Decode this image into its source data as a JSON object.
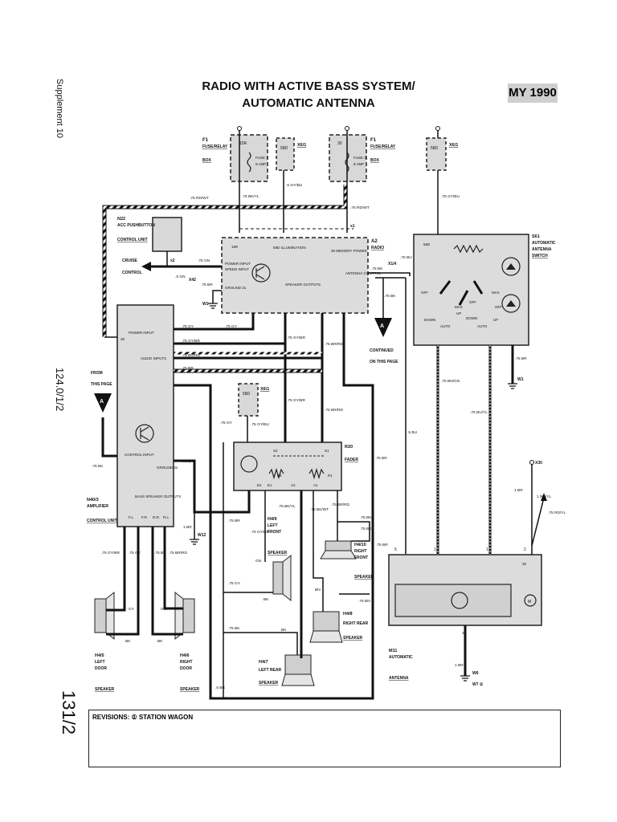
{
  "title": {
    "line1": "RADIO WITH ACTIVE BASS SYSTEM/",
    "line2": "AUTOMATIC ANTENNA"
  },
  "model_year": "MY 1990",
  "side_labels": {
    "supplement": "Supplement 10",
    "code": "124.0/1/2",
    "page": "131/2"
  },
  "revisions": "REVISIONS: ① STATION WAGON",
  "components": {
    "f1_left": {
      "id": "F1",
      "name": "FUSE/RELAY",
      "sub": "BOX",
      "terminal": "15R",
      "fuse": "FUSE 1",
      "amp": "8 AMP"
    },
    "x6_1_top": {
      "id": "X6/1",
      "terminal": "58D"
    },
    "f1_right": {
      "id": "F1",
      "name": "FUSE/RELAY",
      "sub": "BOX",
      "terminal": "30",
      "fuse": "FUSE 3",
      "amp": "8 AMP"
    },
    "x6_1_right": {
      "id": "X6/1",
      "terminal": "58D"
    },
    "n22": {
      "id": "N22",
      "name": "ACC PUSHBUTTON",
      "sub": "CONTROL UNIT"
    },
    "a2": {
      "id": "A2",
      "name": "RADIO",
      "labels": [
        "15R",
        "58D ILLUMINATION",
        "30 MEMORY POWER",
        "POWER INPUT",
        "SPEED INPUT",
        "GROUND 31",
        "SPEAKER OUTPUTS",
        "ANTENNA CONTROL"
      ]
    },
    "s61": {
      "id": "S61",
      "name": "AUTOMATIC",
      "sub1": "ANTENNA",
      "sub2": "SWITCH",
      "labels": [
        "58D",
        "OFF",
        "MAX",
        "OFF",
        "MAX",
        "DOWN",
        "UP",
        "DOWN",
        "UP",
        "AUTO",
        "AUTO",
        "OFF"
      ]
    },
    "amp": {
      "id": "N40/3",
      "name": "AMPLIFIER",
      "sub": "CONTROL UNIT",
      "labels": [
        "POWER INPUT",
        "AUDIO INPUTS",
        "CONTROL INPUT",
        "GROUND 31",
        "BASS SPEAKER OUTPUTS",
        "F.L.",
        "F.R.",
        "R.R.",
        "R.L.",
        "30"
      ]
    },
    "x6_1_mid": {
      "id": "X6/1",
      "terminal": "58D"
    },
    "r20": {
      "id": "R20",
      "name": "FADER",
      "labels": [
        "S2",
        "S1",
        "R2",
        "A2",
        "A1",
        "R1",
        "E2",
        "E1"
      ]
    },
    "h4_9": {
      "id": "H4/9",
      "name": "LEFT",
      "sub1": "FRONT",
      "sub2": "SPEAKER"
    },
    "h4_10": {
      "id": "H4/10",
      "name": "RIGHT",
      "sub1": "FRONT",
      "sub2": "SPEAKER"
    },
    "h4_5": {
      "id": "H4/5",
      "name": "LEFT",
      "sub1": "DOOR",
      "sub2": "SPEAKER"
    },
    "h4_6": {
      "id": "H4/6",
      "name": "RIGHT",
      "sub1": "DOOR",
      "sub2": "SPEAKER"
    },
    "h4_7": {
      "id": "H4/7",
      "name": "LEFT REAR",
      "sub": "SPEAKER"
    },
    "h4_8": {
      "id": "H4/8",
      "name": "RIGHT REAR",
      "sub": "SPEAKER"
    },
    "m11": {
      "id": "M11",
      "name": "AUTOMATIC",
      "sub": "ANTENNA",
      "labels": [
        "5",
        "1",
        "1",
        "2",
        "30",
        "31",
        "M"
      ]
    }
  },
  "connectors": {
    "x42": "X42",
    "w1": "W1",
    "w1_right": "W1",
    "w12": "W12",
    "w6": "W6",
    "w7": "W7 ①",
    "x30": "X30",
    "x1_4": "X1/4",
    "x1": "x1",
    "x2": "x2"
  },
  "continued": {
    "letter": "A",
    "to": "CONTINUED",
    "to_sub": "ON THIS PAGE",
    "from": "FROM",
    "from_sub": "THIS PAGE"
  },
  "cruise": {
    "line1": "CRUISE",
    "line2": "CONTROL"
  },
  "wire_labels": [
    ".75 RD/WT",
    ".75 BK/YL",
    ".5 GY/BU",
    ".75 RD/WT",
    ".75 GY/BU",
    ".75 GN",
    ".5 GN",
    ".75 BR",
    ".75 BK",
    ".75 BU",
    ".75 BK",
    ".75 GY",
    ".75 GY",
    ".75 GY/BR",
    ".75 GY/BR",
    ".75 BR/RD",
    ".75 BR/RD",
    ".75 BR",
    ".75 GY/BR",
    ".75 BR/RD",
    ".75 BN/GN",
    ".75 BU/YL",
    ".75 BR",
    ".75 GY",
    ".75 GY/BU",
    ".5 BU",
    ".75 BR",
    ".75 BK/YL",
    ".75 BK/WT",
    ".75 BR/RD",
    ".75 BK",
    ".75 BR",
    ".75 BK",
    ".75 GY/BR",
    ".75 GY/BR",
    ".75 GY",
    ".75 BR",
    ".75 BR/RD",
    "GY",
    "GN",
    "BK",
    "BK",
    ".75 GY",
    "GN",
    "BK",
    ".75 BK",
    "BK",
    "BN",
    ".75 BN",
    ".75 BR",
    ".75 BK",
    "1 BR",
    "1 BR",
    "1 RD/YL",
    ".75 RD/YL",
    ".5 BR",
    ".75 BR",
    "1 BR"
  ]
}
